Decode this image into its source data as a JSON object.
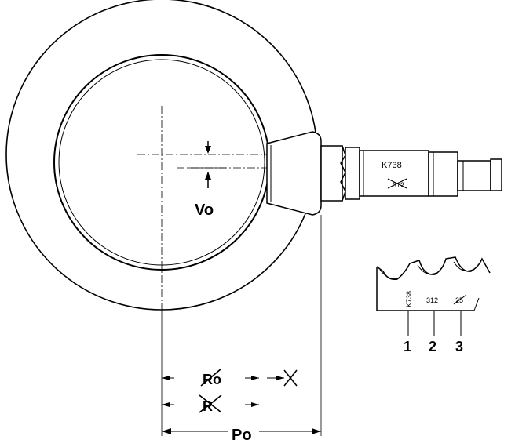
{
  "labels": {
    "vo": "Vo",
    "po": "Po",
    "ro_struck": "Ro",
    "r_struck": "R",
    "shaft_marking": "K738",
    "shaft_marking_struck": "312",
    "tooth_marking": "K738",
    "tooth_value_a": "312",
    "tooth_value_b": "25",
    "callout_1": "1",
    "callout_2": "2",
    "callout_3": "3"
  },
  "colors": {
    "ink": "#000000",
    "paper": "#ffffff"
  }
}
